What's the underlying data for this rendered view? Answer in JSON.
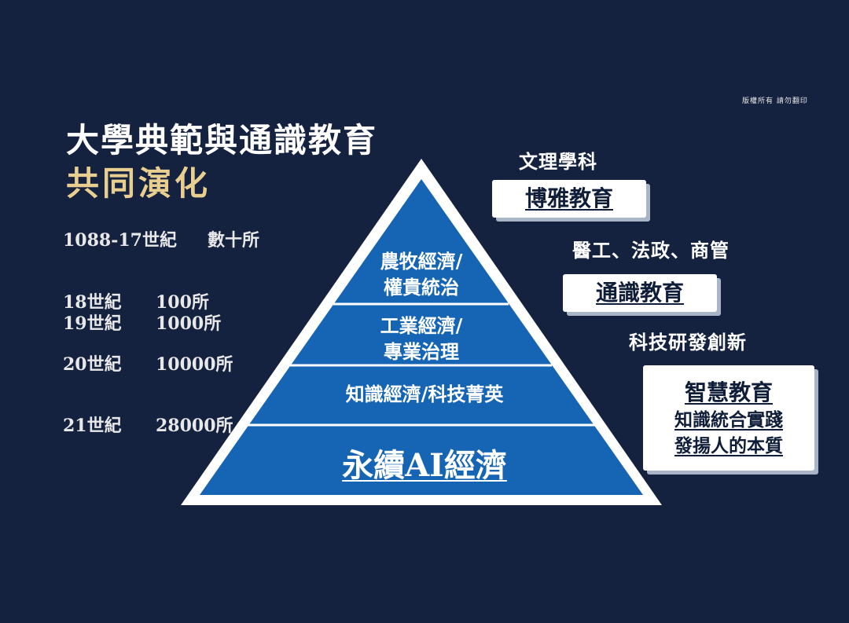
{
  "copyright": "版權所有 請勿翻印",
  "title": {
    "line1": "大學典範與通識教育",
    "line2": "共同演化"
  },
  "timeline": [
    {
      "era": "1088-17世紀",
      "count": "數十所"
    },
    {
      "era": "18世紀",
      "count": "100所"
    },
    {
      "era": "19世紀",
      "count": "1000所"
    },
    {
      "era": "20世紀",
      "count": "10000所"
    },
    {
      "era": "21世紀",
      "count": "28000所"
    }
  ],
  "pyramid": {
    "level1": {
      "line1": "農牧經濟/",
      "line2": "權貴統治"
    },
    "level2": {
      "line1": "工業經濟/",
      "line2": "專業治理"
    },
    "level3": "知識經濟/科技菁英",
    "level4": "永續AI經濟",
    "colors": {
      "fill": "#1565b4",
      "border": "#ffffff"
    }
  },
  "right": {
    "label1": "文理學科",
    "box1": "博雅教育",
    "label2": "醫工、法政、商管",
    "box2": "通識教育",
    "label3": "科技研發創新",
    "box3": {
      "title": "智慧教育",
      "line1": "知識統合實踐",
      "line2": "發揚人的本質"
    }
  },
  "colors": {
    "background": "#142240",
    "title_accent": "#e9cf8f"
  }
}
